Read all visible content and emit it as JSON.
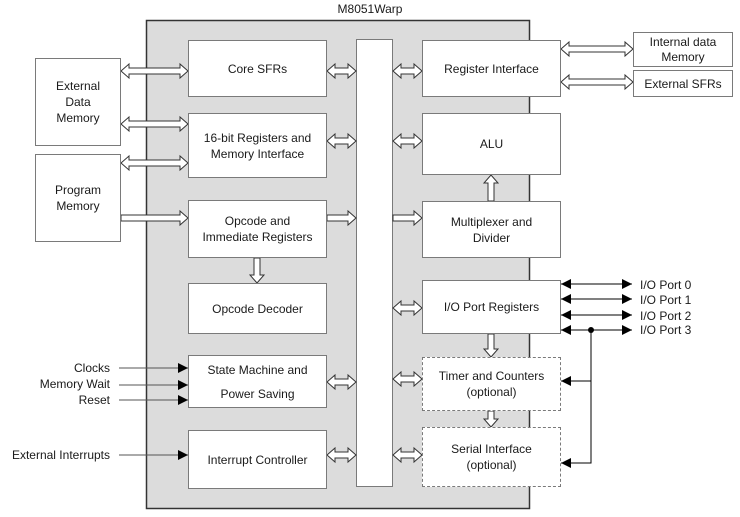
{
  "title": "M8051Warp",
  "colors": {
    "chip_fill": "#dcdcdc",
    "chip_border": "#333333",
    "box_fill": "#ffffff",
    "box_border": "#7a7a7a",
    "arrow": "#000000"
  },
  "external_left": {
    "external_data_memory": "External\nData\nMemory",
    "program_memory": "Program\nMemory"
  },
  "external_right": {
    "internal_data_memory": "Internal data\nMemory",
    "external_sfrs": "External SFRs"
  },
  "blocks_left": {
    "core_sfrs": "Core SFRs",
    "registers_16bit": "16-bit Registers and\nMemory Interface",
    "opcode_registers": "Opcode and\nImmediate Registers",
    "opcode_decoder": "Opcode Decoder",
    "state_machine": "State Machine and\n\nPower Saving",
    "interrupt_controller": "Interrupt Controller"
  },
  "blocks_right": {
    "register_interface": "Register Interface",
    "alu": "ALU",
    "multiplexer_divider": "Multiplexer and\nDivider",
    "io_port_registers": "I/O Port Registers",
    "timer_counters": "Timer and Counters\n(optional)",
    "serial_interface": "Serial Interface\n(optional)"
  },
  "signals_in": {
    "clocks": "Clocks",
    "memory_wait": "Memory Wait",
    "reset": "Reset",
    "external_interrupts": "External Interrupts"
  },
  "io_ports": [
    "I/O Port 0",
    "I/O Port 1",
    "I/O Port 2",
    "I/O Port 3"
  ]
}
